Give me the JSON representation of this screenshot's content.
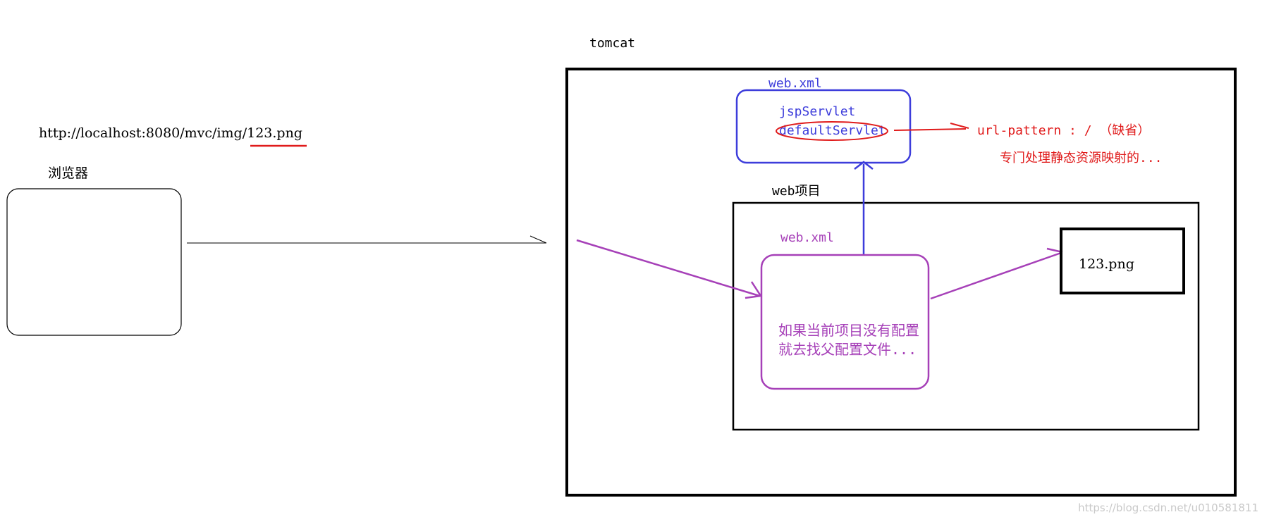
{
  "diagram": {
    "server_label": "tomcat",
    "browser": {
      "url": "http://localhost:8080/mvc/img/123.png",
      "label": "浏览器"
    },
    "server_web_xml": {
      "label": "web.xml",
      "entries": [
        "jspServlet",
        "defaultServlet"
      ]
    },
    "annotation": {
      "pattern": "url-pattern : / （缺省）",
      "note": "专门处理静态资源映射的..."
    },
    "project": {
      "label": "web项目",
      "web_xml_label": "web.xml",
      "web_xml_text": [
        "如果当前项目没有配置",
        "就去找父配置文件..."
      ],
      "file_label": "123.png"
    },
    "watermark": "https://blog.csdn.net/u010581811"
  },
  "colors": {
    "black": "#000000",
    "blue": "#3d3ddb",
    "red": "#e01b1b",
    "purple": "#a640b8",
    "watermark": "#c9c9c9"
  }
}
